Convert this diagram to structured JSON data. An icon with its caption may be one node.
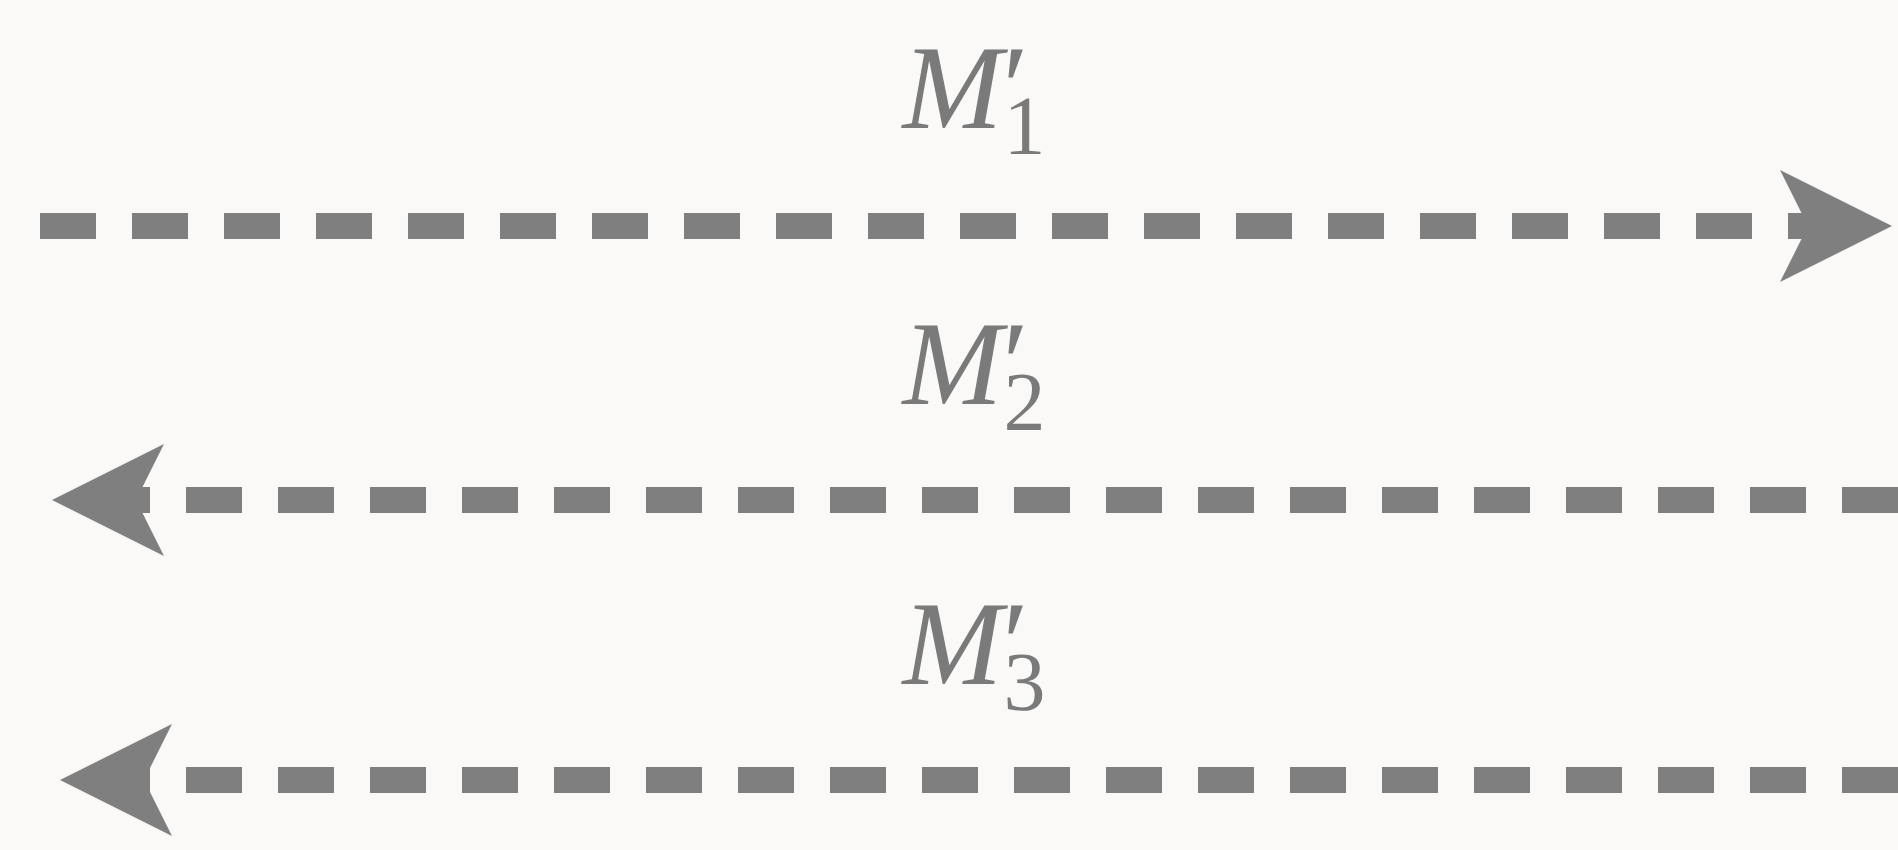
{
  "diagram": {
    "labels": [
      "*M*′$_{1}$",
      "*M*′$_{2}$",
      "*M*′$_{3}$"
    ]
  }
}
